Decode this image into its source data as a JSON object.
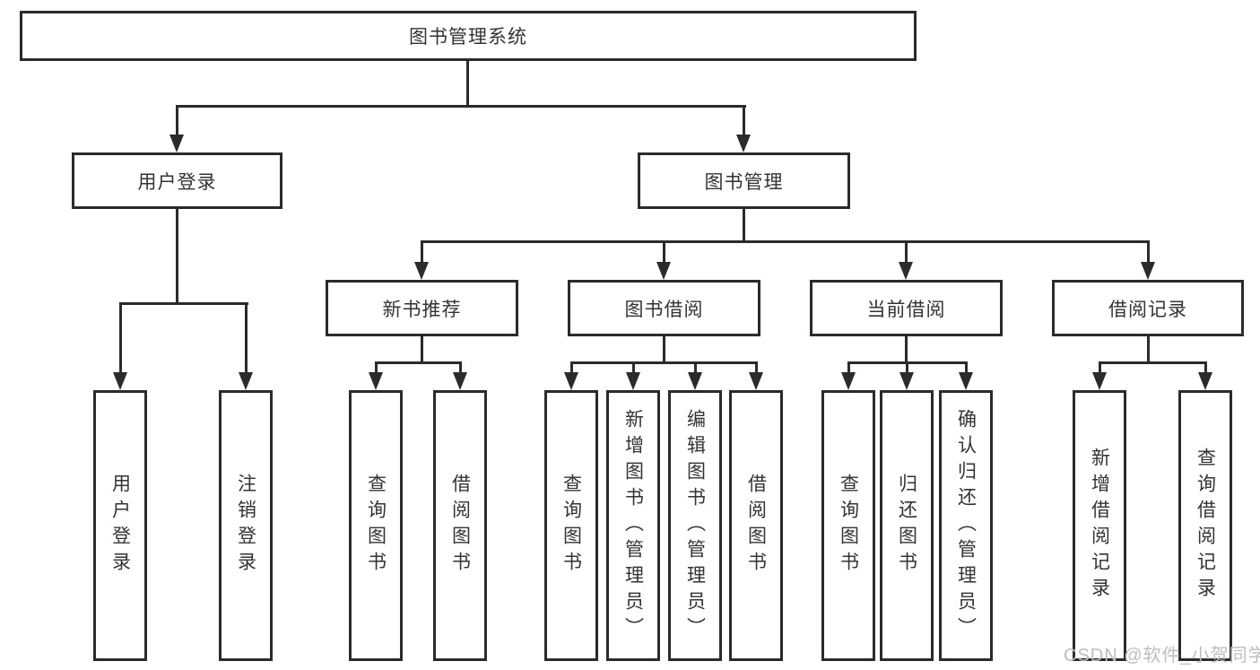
{
  "diagram": {
    "root": {
      "label": "图书管理系统"
    },
    "branches": [
      {
        "label": "用户登录",
        "children": [
          "用户登录",
          "注销登录"
        ]
      },
      {
        "label": "图书管理",
        "children": [
          {
            "label": "新书推荐",
            "children": [
              "查询图书",
              "借阅图书"
            ]
          },
          {
            "label": "图书借阅",
            "children": [
              "查询图书",
              "新增图书（管理员）",
              "编辑图书（管理员）",
              "借阅图书"
            ]
          },
          {
            "label": "当前借阅",
            "children": [
              "查询图书",
              "归还图书",
              "确认归还（管理员）"
            ]
          },
          {
            "label": "借阅记录",
            "children": [
              "新增借阅记录",
              "查询借阅记录"
            ]
          }
        ]
      }
    ],
    "watermark": "CSDN @软件_小贺同学",
    "colors": {
      "line": "#2b2b2b",
      "text": "#333333",
      "background": "#ffffff",
      "watermark": "#bdbdbd"
    }
  }
}
